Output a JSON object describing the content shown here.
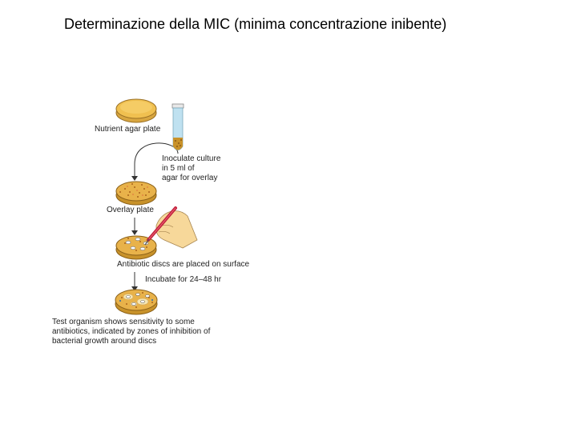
{
  "title": "Determinazione della MIC (minima concentrazione inibente)",
  "diagram": {
    "nutrient_plate_label": "Nutrient agar plate",
    "inoculate_label": [
      "Inoculate culture",
      "in 5 ml of",
      "agar for overlay"
    ],
    "overlay_plate_label": "Overlay plate",
    "discs_label": "Antibiotic discs are placed on surface",
    "incubate_label": "Incubate for 24–48 hr",
    "result_label": [
      "Test organism shows sensitivity to some",
      "antibiotics, indicated by zones of inhibition of",
      "bacterial growth around discs"
    ]
  },
  "colors": {
    "agar": "#f0c050",
    "agar_dark": "#c8922a",
    "tube": "#bfe1f0",
    "hand": "#f7d89a",
    "pen": "#c0203a"
  }
}
